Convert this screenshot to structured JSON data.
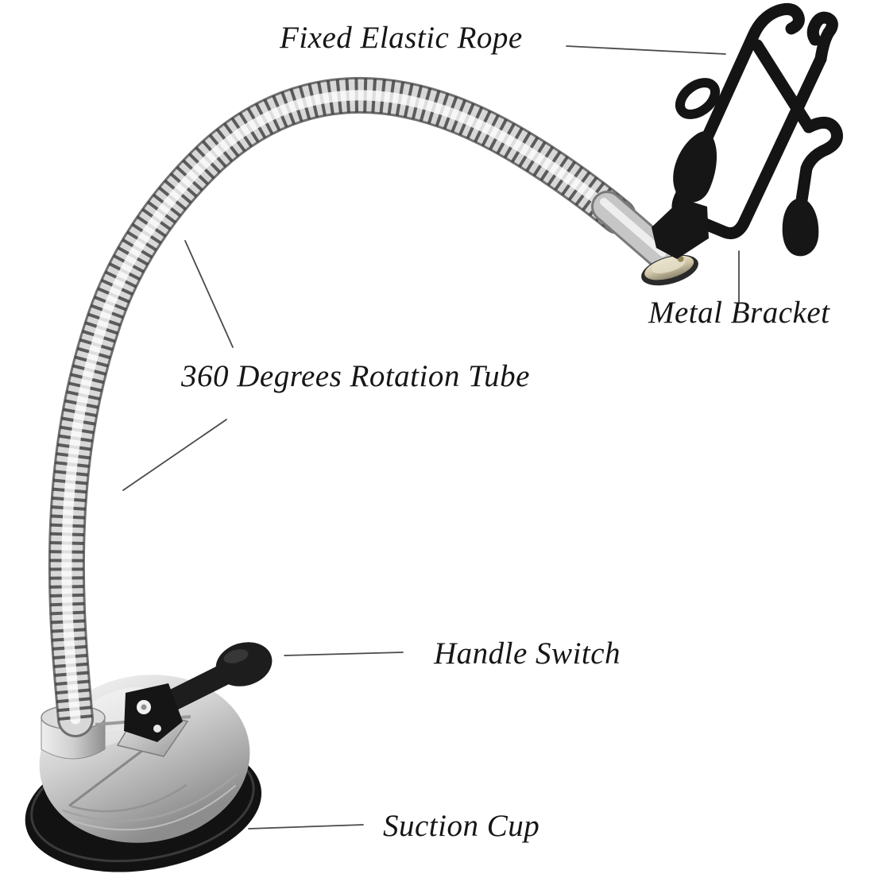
{
  "diagram": {
    "annotations": [
      {
        "id": "fixed-elastic-rope",
        "label": "Fixed Elastic Rope"
      },
      {
        "id": "metal-bracket",
        "label": "Metal Bracket"
      },
      {
        "id": "rotation-tube",
        "label": "360 Degrees Rotation Tube"
      },
      {
        "id": "handle-switch",
        "label": "Handle Switch"
      },
      {
        "id": "suction-cup",
        "label": "Suction Cup"
      }
    ],
    "parts": [
      "elastic-rope-clamp",
      "metal-bracket",
      "gooseneck-rotation-tube",
      "handle-switch-lever",
      "suction-cup-base"
    ],
    "colors": {
      "background": "#ffffff",
      "label_text": "#161616",
      "leader_line": "#4a4a4a",
      "bracket_black": "#141414",
      "tube_silver": "#d6d6d6",
      "rib_dark": "#3c3c3c",
      "dome_silver": "#c9c9c9",
      "rubber_rim": "#121212",
      "joint_brass": "#cfc5a6"
    }
  }
}
